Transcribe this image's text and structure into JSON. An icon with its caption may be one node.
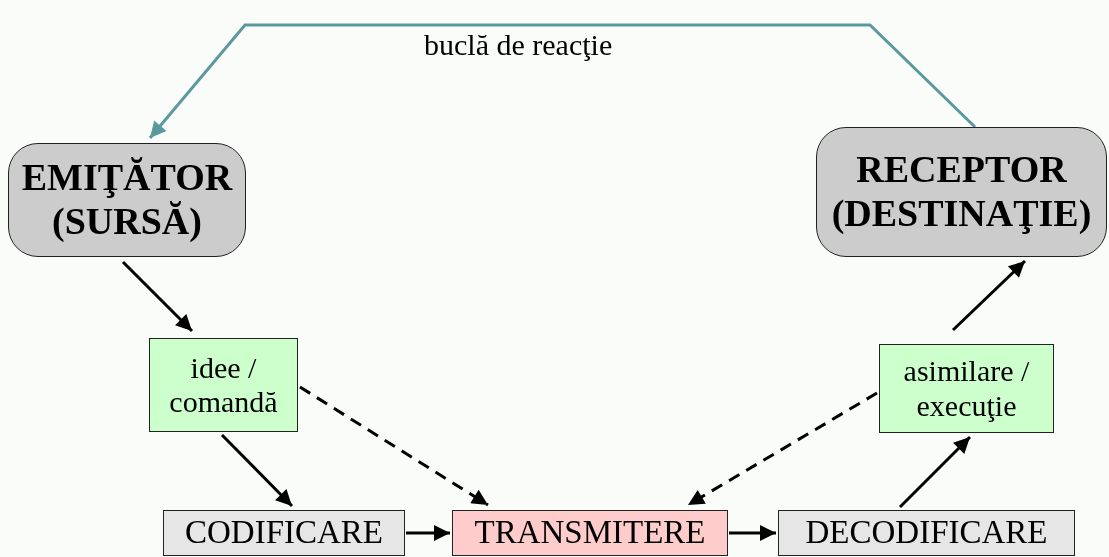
{
  "diagram": {
    "nodes": [
      {
        "text": [
          "EMIŢĂTOR (SURSĂ)"
        ]
      },
      {
        "text": [
          "RECEPTOR (DESTINAŢIE)"
        ]
      },
      {
        "text": [
          "idee / comandă"
        ]
      },
      {
        "text": [
          "asimilare / execuţie"
        ]
      },
      {
        "text": [
          "CODIFICARE"
        ]
      },
      {
        "text": [
          "TRANSMITERE"
        ]
      },
      {
        "text": [
          "DECODIFICARE"
        ]
      }
    ],
    "edges": [
      {
        "from": 1,
        "to": 0,
        "arrow": "to",
        "label": "buclă de reacţie",
        "color": "#5a9a9c"
      },
      {
        "from": 0,
        "to": 2,
        "arrow": "to"
      },
      {
        "from": 2,
        "to": 4,
        "arrow": "to"
      },
      {
        "from": 4,
        "to": 5,
        "arrow": "to"
      },
      {
        "from": 5,
        "to": 6,
        "arrow": "to"
      },
      {
        "from": 6,
        "to": 3,
        "arrow": "to"
      },
      {
        "from": 3,
        "to": 1,
        "arrow": "to"
      },
      {
        "from": 2,
        "to": 5,
        "arrow": "to",
        "style": "dashed"
      },
      {
        "from": 3,
        "to": 5,
        "arrow": "to",
        "style": "dashed"
      }
    ]
  }
}
